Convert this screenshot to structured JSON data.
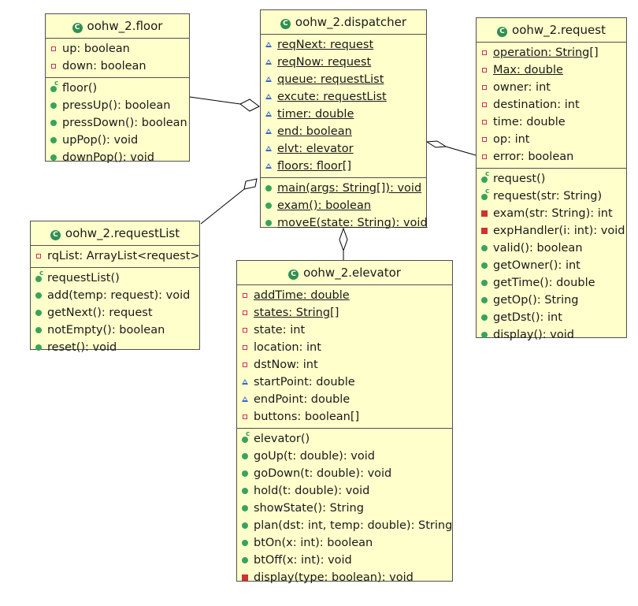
{
  "classes": {
    "floor": {
      "name": "oohw_2.floor",
      "attributes": [
        {
          "vis": "private",
          "text": "up: boolean"
        },
        {
          "vis": "private",
          "text": "down: boolean"
        }
      ],
      "operations": [
        {
          "vis": "ctor",
          "text": "floor()"
        },
        {
          "vis": "public",
          "text": "pressUp(): boolean"
        },
        {
          "vis": "public",
          "text": "pressDown(): boolean"
        },
        {
          "vis": "public",
          "text": "upPop(): void"
        },
        {
          "vis": "public",
          "text": "downPop(): void"
        }
      ]
    },
    "dispatcher": {
      "name": "oohw_2.dispatcher",
      "attributes": [
        {
          "vis": "package",
          "text": "reqNext: request",
          "static": true
        },
        {
          "vis": "package",
          "text": "reqNow: request",
          "static": true
        },
        {
          "vis": "package",
          "text": "queue: requestList",
          "static": true
        },
        {
          "vis": "package",
          "text": "excute: requestList",
          "static": true
        },
        {
          "vis": "package",
          "text": "timer: double",
          "static": true
        },
        {
          "vis": "package",
          "text": "end: boolean",
          "static": true
        },
        {
          "vis": "package",
          "text": "elvt: elevator",
          "static": true
        },
        {
          "vis": "package",
          "text": "floors: floor[]",
          "static": true
        }
      ],
      "operations": [
        {
          "vis": "public",
          "text": "main(args: String[]): void",
          "static": true
        },
        {
          "vis": "public",
          "text": "exam(): boolean",
          "static": true
        },
        {
          "vis": "public",
          "text": "moveE(state: String): void",
          "static": true
        }
      ]
    },
    "request": {
      "name": "oohw_2.request",
      "attributes": [
        {
          "vis": "private",
          "text": "operation: String[]",
          "static": true
        },
        {
          "vis": "private",
          "text": "Max: double",
          "static": true
        },
        {
          "vis": "private",
          "text": "owner: int"
        },
        {
          "vis": "private",
          "text": "destination: int"
        },
        {
          "vis": "private",
          "text": "time: double"
        },
        {
          "vis": "private",
          "text": "op: int"
        },
        {
          "vis": "private",
          "text": "error: boolean"
        }
      ],
      "operations": [
        {
          "vis": "ctor",
          "text": "request()"
        },
        {
          "vis": "ctor",
          "text": "request(str: String)"
        },
        {
          "vis": "privm",
          "text": "exam(str: String): int"
        },
        {
          "vis": "privm",
          "text": "expHandler(i: int): void"
        },
        {
          "vis": "public",
          "text": "valid(): boolean"
        },
        {
          "vis": "public",
          "text": "getOwner(): int"
        },
        {
          "vis": "public",
          "text": "getTime(): double"
        },
        {
          "vis": "public",
          "text": "getOp(): String"
        },
        {
          "vis": "public",
          "text": "getDst(): int"
        },
        {
          "vis": "public",
          "text": "display(): void"
        }
      ]
    },
    "requestList": {
      "name": "oohw_2.requestList",
      "attributes": [
        {
          "vis": "private",
          "text": "rqList: ArrayList<request>"
        }
      ],
      "operations": [
        {
          "vis": "ctor",
          "text": "requestList()"
        },
        {
          "vis": "public",
          "text": "add(temp: request): void"
        },
        {
          "vis": "public",
          "text": "getNext(): request"
        },
        {
          "vis": "public",
          "text": "notEmpty(): boolean"
        },
        {
          "vis": "public",
          "text": "reset(): void"
        }
      ]
    },
    "elevator": {
      "name": "oohw_2.elevator",
      "attributes": [
        {
          "vis": "private",
          "text": "addTime: double",
          "static": true
        },
        {
          "vis": "private",
          "text": "states: String[]",
          "static": true
        },
        {
          "vis": "private",
          "text": "state: int"
        },
        {
          "vis": "private",
          "text": "location: int"
        },
        {
          "vis": "private",
          "text": "dstNow: int"
        },
        {
          "vis": "package",
          "text": "startPoint: double"
        },
        {
          "vis": "package",
          "text": "endPoint: double"
        },
        {
          "vis": "private",
          "text": "buttons: boolean[]"
        }
      ],
      "operations": [
        {
          "vis": "ctor",
          "text": "elevator()"
        },
        {
          "vis": "public",
          "text": "goUp(t: double): void"
        },
        {
          "vis": "public",
          "text": "goDown(t: double): void"
        },
        {
          "vis": "public",
          "text": "hold(t: double): void"
        },
        {
          "vis": "public",
          "text": "showState(): String"
        },
        {
          "vis": "public",
          "text": "plan(dst: int, temp: double): String"
        },
        {
          "vis": "public",
          "text": "btOn(x: int): boolean"
        },
        {
          "vis": "public",
          "text": "btOff(x: int): void"
        },
        {
          "vis": "privm",
          "text": "display(type: boolean): void"
        }
      ]
    }
  },
  "colors": {
    "class_fill": "#ffffcc",
    "border": "#505050",
    "class_icon": "#2f8f4f",
    "private": "#cc3333",
    "package": "#3366cc",
    "public": "#3aa35a"
  },
  "icons": {
    "class": "class-c-icon",
    "private": "private-square-icon",
    "package": "package-triangle-icon",
    "public": "public-circle-icon",
    "constructor": "constructor-icon",
    "private_method": "private-method-icon"
  }
}
